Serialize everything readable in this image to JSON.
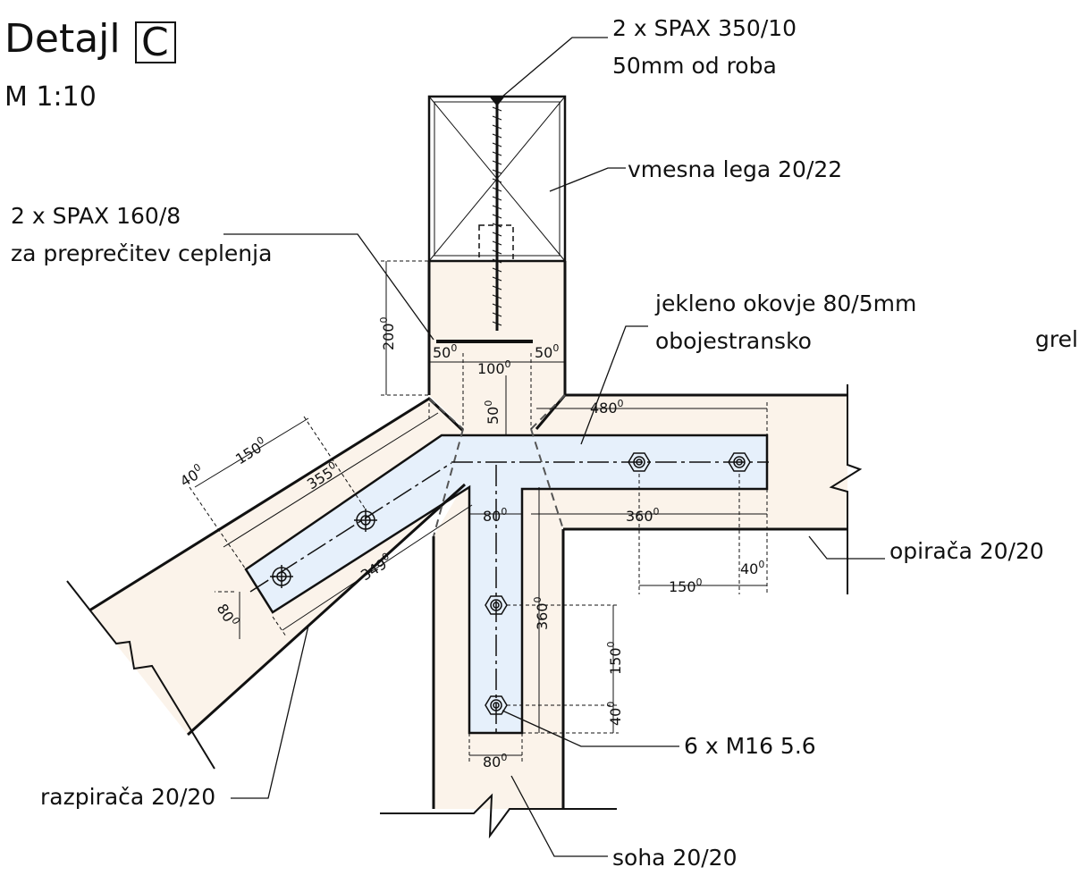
{
  "title": {
    "prefix": "Detajl",
    "boxed_letter": "C",
    "scale": "M 1:10"
  },
  "labels": {
    "spax_top_1": "2 x SPAX 350/10",
    "spax_top_2": "50mm od roba",
    "vmesna_lega": "vmesna lega 20/22",
    "spax_side_1": "2 x SPAX 160/8",
    "spax_side_2": "za preprečitev ceplenja",
    "okovje_1": "jekleno okovje 80/5mm",
    "okovje_2": "obojestransko",
    "grel": "grel",
    "opiraca": "opirača 20/20",
    "bolts": "6 x M16 5.6",
    "razpiraca": "razpirača 20/20",
    "soha": "soha 20/20"
  },
  "dimensions": {
    "d200": "200",
    "d50a": "50",
    "d100": "100",
    "d50b": "50",
    "d50c": "50",
    "d480": "480",
    "d150a": "150",
    "d40a": "40",
    "d355": "355",
    "d80a": "80",
    "d360a": "360",
    "d349": "349",
    "d80b": "80",
    "d360b": "360",
    "d150b": "150",
    "d40b": "40",
    "d150c": "150",
    "d40c": "40",
    "d80c": "80"
  },
  "dimension_suffix": "0",
  "colors": {
    "wood": "#fbf3ea",
    "steel": "#e6f0fb",
    "line": "#111111",
    "hidden": "#555555"
  }
}
